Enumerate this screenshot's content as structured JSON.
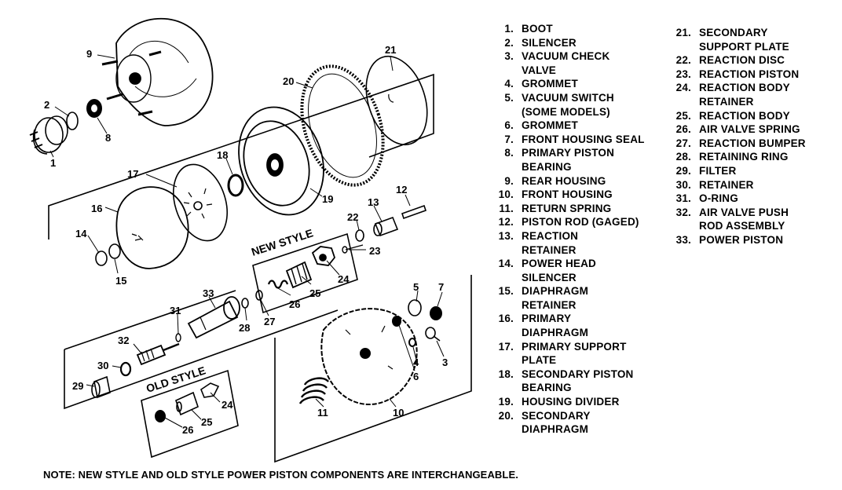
{
  "legend_left": [
    {
      "num": "1.",
      "text": "BOOT"
    },
    {
      "num": "2.",
      "text": "SILENCER"
    },
    {
      "num": "3.",
      "text": "VACUUM CHECK\nVALVE"
    },
    {
      "num": "4.",
      "text": "GROMMET"
    },
    {
      "num": "5.",
      "text": "VACUUM SWITCH\n(SOME MODELS)"
    },
    {
      "num": "6.",
      "text": "GROMMET"
    },
    {
      "num": "7.",
      "text": "FRONT HOUSING SEAL"
    },
    {
      "num": "8.",
      "text": "PRIMARY PISTON\nBEARING"
    },
    {
      "num": "9.",
      "text": "REAR HOUSING"
    },
    {
      "num": "10.",
      "text": "FRONT HOUSING"
    },
    {
      "num": "11.",
      "text": "RETURN SPRING"
    },
    {
      "num": "12.",
      "text": "PISTON ROD (GAGED)"
    },
    {
      "num": "13.",
      "text": "REACTION\nRETAINER"
    },
    {
      "num": "14.",
      "text": "POWER HEAD\nSILENCER"
    },
    {
      "num": "15.",
      "text": "DIAPHRAGM\nRETAINER"
    },
    {
      "num": "16.",
      "text": "PRIMARY\nDIAPHRAGM"
    },
    {
      "num": "17.",
      "text": "PRIMARY SUPPORT\nPLATE"
    },
    {
      "num": "18.",
      "text": "SECONDARY PISTON\nBEARING"
    },
    {
      "num": "19.",
      "text": "HOUSING DIVIDER"
    },
    {
      "num": "20.",
      "text": "SECONDARY\nDIAPHRAGM"
    }
  ],
  "legend_right": [
    {
      "num": "21.",
      "text": "SECONDARY\nSUPPORT PLATE"
    },
    {
      "num": "22.",
      "text": "REACTION DISC"
    },
    {
      "num": "23.",
      "text": "REACTION PISTON"
    },
    {
      "num": "24.",
      "text": "REACTION BODY\nRETAINER"
    },
    {
      "num": "25.",
      "text": "REACTION BODY"
    },
    {
      "num": "26.",
      "text": "AIR VALVE SPRING"
    },
    {
      "num": "27.",
      "text": "REACTION BUMPER"
    },
    {
      "num": "28.",
      "text": "RETAINING RING"
    },
    {
      "num": "29.",
      "text": "FILTER"
    },
    {
      "num": "30.",
      "text": "RETAINER"
    },
    {
      "num": "31.",
      "text": "O-RING"
    },
    {
      "num": "32.",
      "text": "AIR VALVE PUSH\nROD ASSEMBLY"
    },
    {
      "num": "33.",
      "text": "POWER PISTON"
    }
  ],
  "boxes": {
    "new_style": "NEW STYLE",
    "old_style": "OLD STYLE"
  },
  "callouts": {
    "c1": "1",
    "c2": "2",
    "c3": "3",
    "c4": "4",
    "c5": "5",
    "c6": "6",
    "c7": "7",
    "c8": "8",
    "c9": "9",
    "c10": "10",
    "c11": "11",
    "c12": "12",
    "c13": "13",
    "c14": "14",
    "c15": "15",
    "c16": "16",
    "c17": "17",
    "c18": "18",
    "c19": "19",
    "c20": "20",
    "c21": "21",
    "c22": "22",
    "c23": "23",
    "c24a": "24",
    "c24b": "24",
    "c25a": "25",
    "c25b": "25",
    "c26a": "26",
    "c26b": "26",
    "c27": "27",
    "c28": "28",
    "c29": "29",
    "c30": "30",
    "c31": "31",
    "c32": "32",
    "c33": "33"
  },
  "note": "NOTE: NEW STYLE AND OLD STYLE POWER PISTON COMPONENTS ARE INTERCHANGEABLE."
}
